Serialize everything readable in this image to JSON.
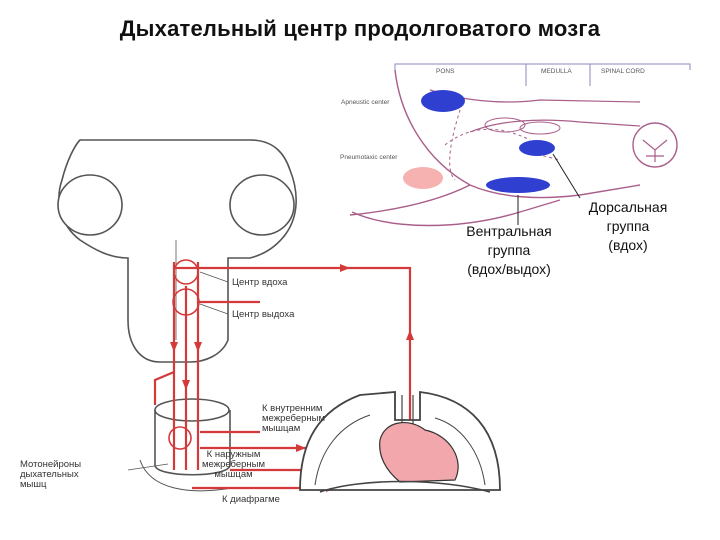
{
  "title": "Дыхательный центр продолговатого мозга",
  "top_diagram": {
    "regions": [
      "PONS",
      "MEDULLA",
      "SPINAL CORD"
    ],
    "apneustic_center": "Apneustic center",
    "pneumotaxic_center": "Pneumotaxic center"
  },
  "labels": {
    "dorsal_group": [
      "Дорсальная",
      "группа",
      "(вдох)"
    ],
    "ventral_group": [
      "Вентральная",
      "группа",
      "(вдох/выдох)"
    ]
  },
  "bottom_diagram": {
    "inhale_center": "Центр вдоха",
    "exhale_center": "Центр выдоха",
    "internal_intercostal": [
      "К внутренним",
      "межреберным",
      "мышцам"
    ],
    "external_intercostal": [
      "К наружным",
      "межреберным",
      "мышцам"
    ],
    "diaphragm": "К диафрагме",
    "motoneurons": [
      "Мотонейроны",
      "дыхательных",
      "мышц"
    ]
  },
  "colors": {
    "nerve": "#d43a3a",
    "brain_outline": "#555555",
    "center_blue": "#2f3fd0",
    "heart_pink": "#f2a7ad",
    "pneumotaxic_pink": "#f6b1b1"
  }
}
